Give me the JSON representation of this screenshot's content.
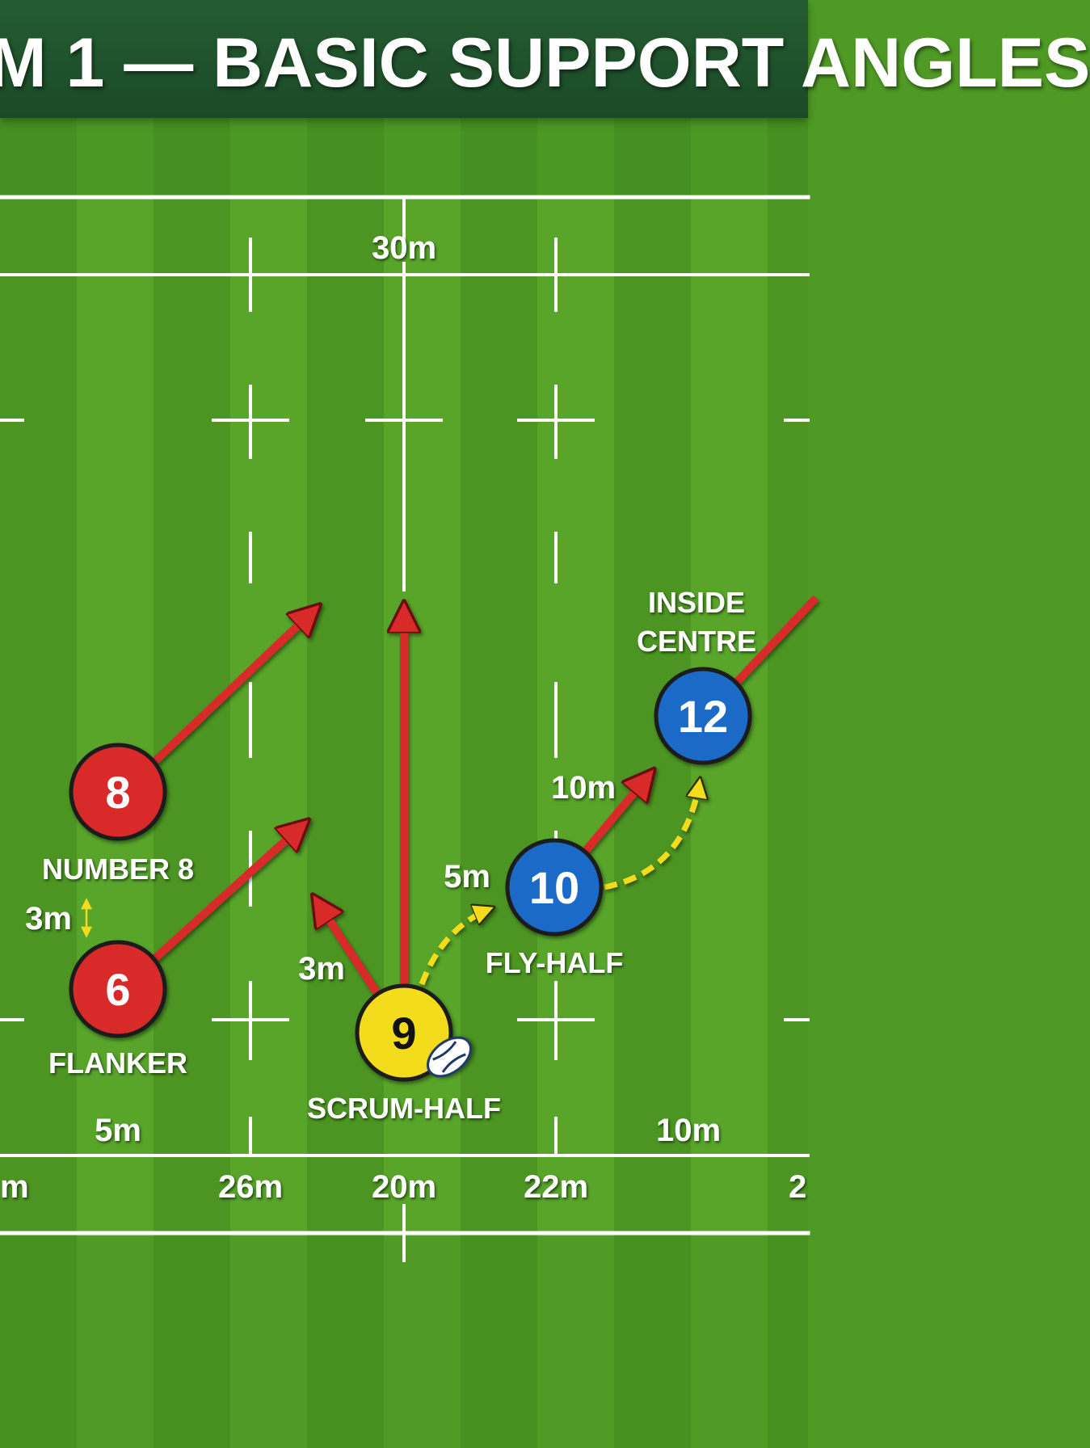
{
  "title": "M 1 — BASIC SUPPORT ANGLES",
  "colors": {
    "title_bar": "#1f5229",
    "grass_light": "#5aa72a",
    "grass_dark": "#4c9522",
    "field_line": "#ffffff",
    "forward_red": "#d92b2b",
    "back_blue": "#1e6ac7",
    "scrum_half_yellow": "#f3dc1c",
    "support_run_arrow": "#d92b2b",
    "pass_arrow": "#f3dc1c"
  },
  "distance_labels": {
    "top_center": "30m",
    "bottom_row": [
      "m",
      "26m",
      "20m",
      "22m",
      "2"
    ],
    "left_inner": "5m",
    "right_inner": "10m",
    "flanker_gap": "3m",
    "scrum_half_gap": "3m",
    "pass_to_fly_half": "5m",
    "fly_half_to_centre": "10m"
  },
  "players": [
    {
      "number": "8",
      "label": "NUMBER 8",
      "team_color": "red"
    },
    {
      "number": "6",
      "label": "FLANKER",
      "team_color": "red"
    },
    {
      "number": "9",
      "label": "SCRUM-HALF",
      "team_color": "yellow",
      "has_ball": true
    },
    {
      "number": "10",
      "label": "FLY-HALF",
      "team_color": "blue"
    },
    {
      "number": "12",
      "label": "INSIDE CENTRE",
      "team_color": "blue"
    }
  ],
  "icons": {
    "ball": "rugby-ball-icon",
    "small_gap_arrow": "double-arrow-icon"
  }
}
